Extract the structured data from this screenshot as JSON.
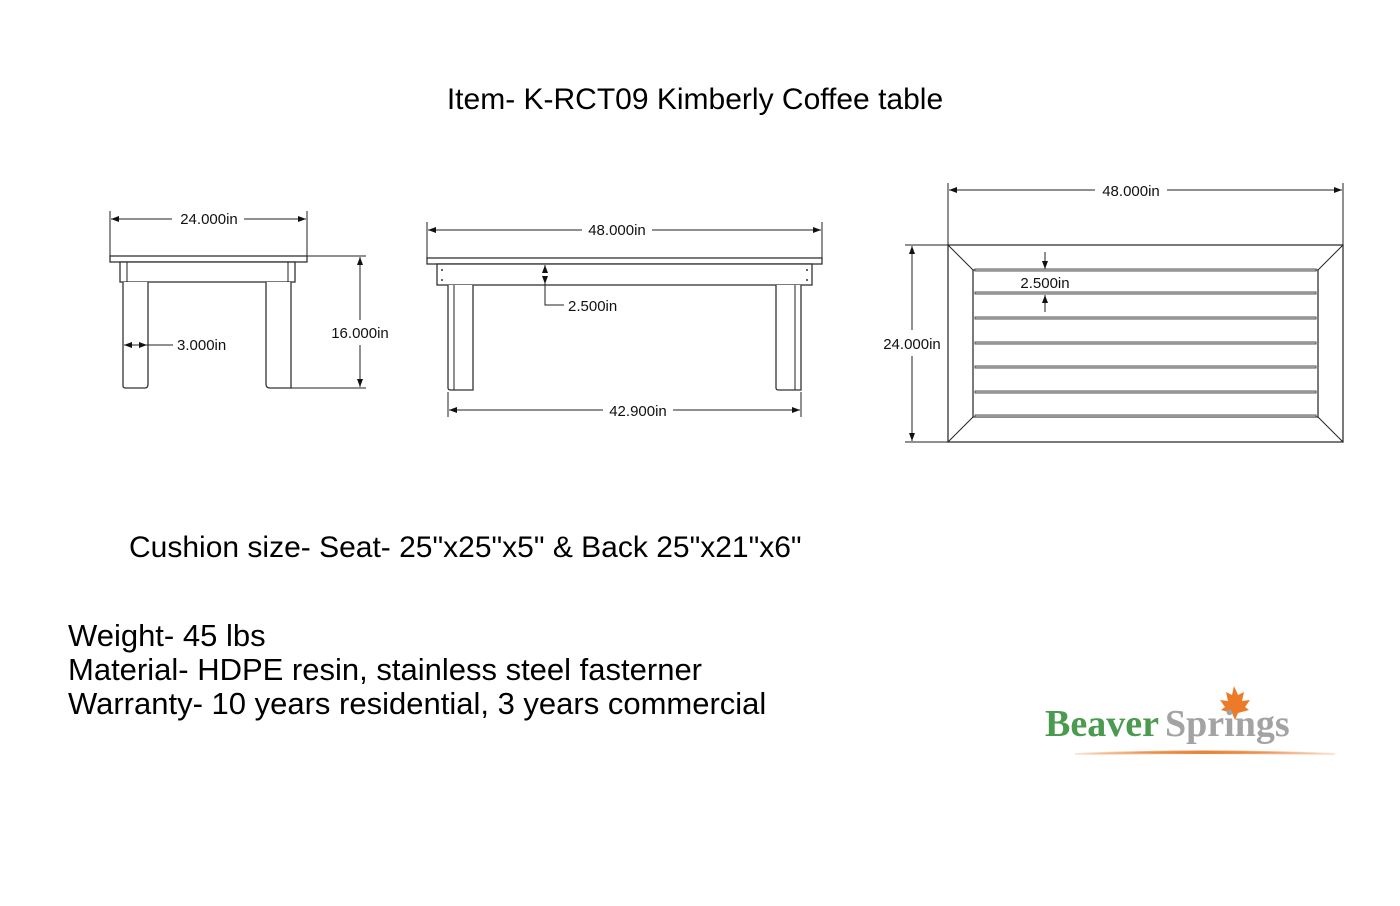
{
  "title": "Item- K-RCT09 Kimberly Coffee table",
  "side_view": {
    "width_label": "24.000in",
    "height_label": "16.000in",
    "leg_label": "3.000in"
  },
  "front_view": {
    "width_label": "48.000in",
    "apron_label": "2.500in",
    "leg_span_label": "42.900in"
  },
  "top_view": {
    "width_label": "48.000in",
    "depth_label": "24.000in",
    "slat_gap_label": "2.500in"
  },
  "cushion": "Cushion size- Seat- 25\"x25\"x5\" & Back 25\"x21\"x6\"",
  "specs": [
    "Weight- 45 lbs",
    "Material- HDPE resin, stainless steel fasterner",
    "Warranty- 10 years residential, 3 years commercial"
  ],
  "logo": {
    "part1": "Beaver",
    "part2": "Springs",
    "color1": "#4a9a4f",
    "color2": "#a3a3a3",
    "accent": "#e8843a"
  }
}
